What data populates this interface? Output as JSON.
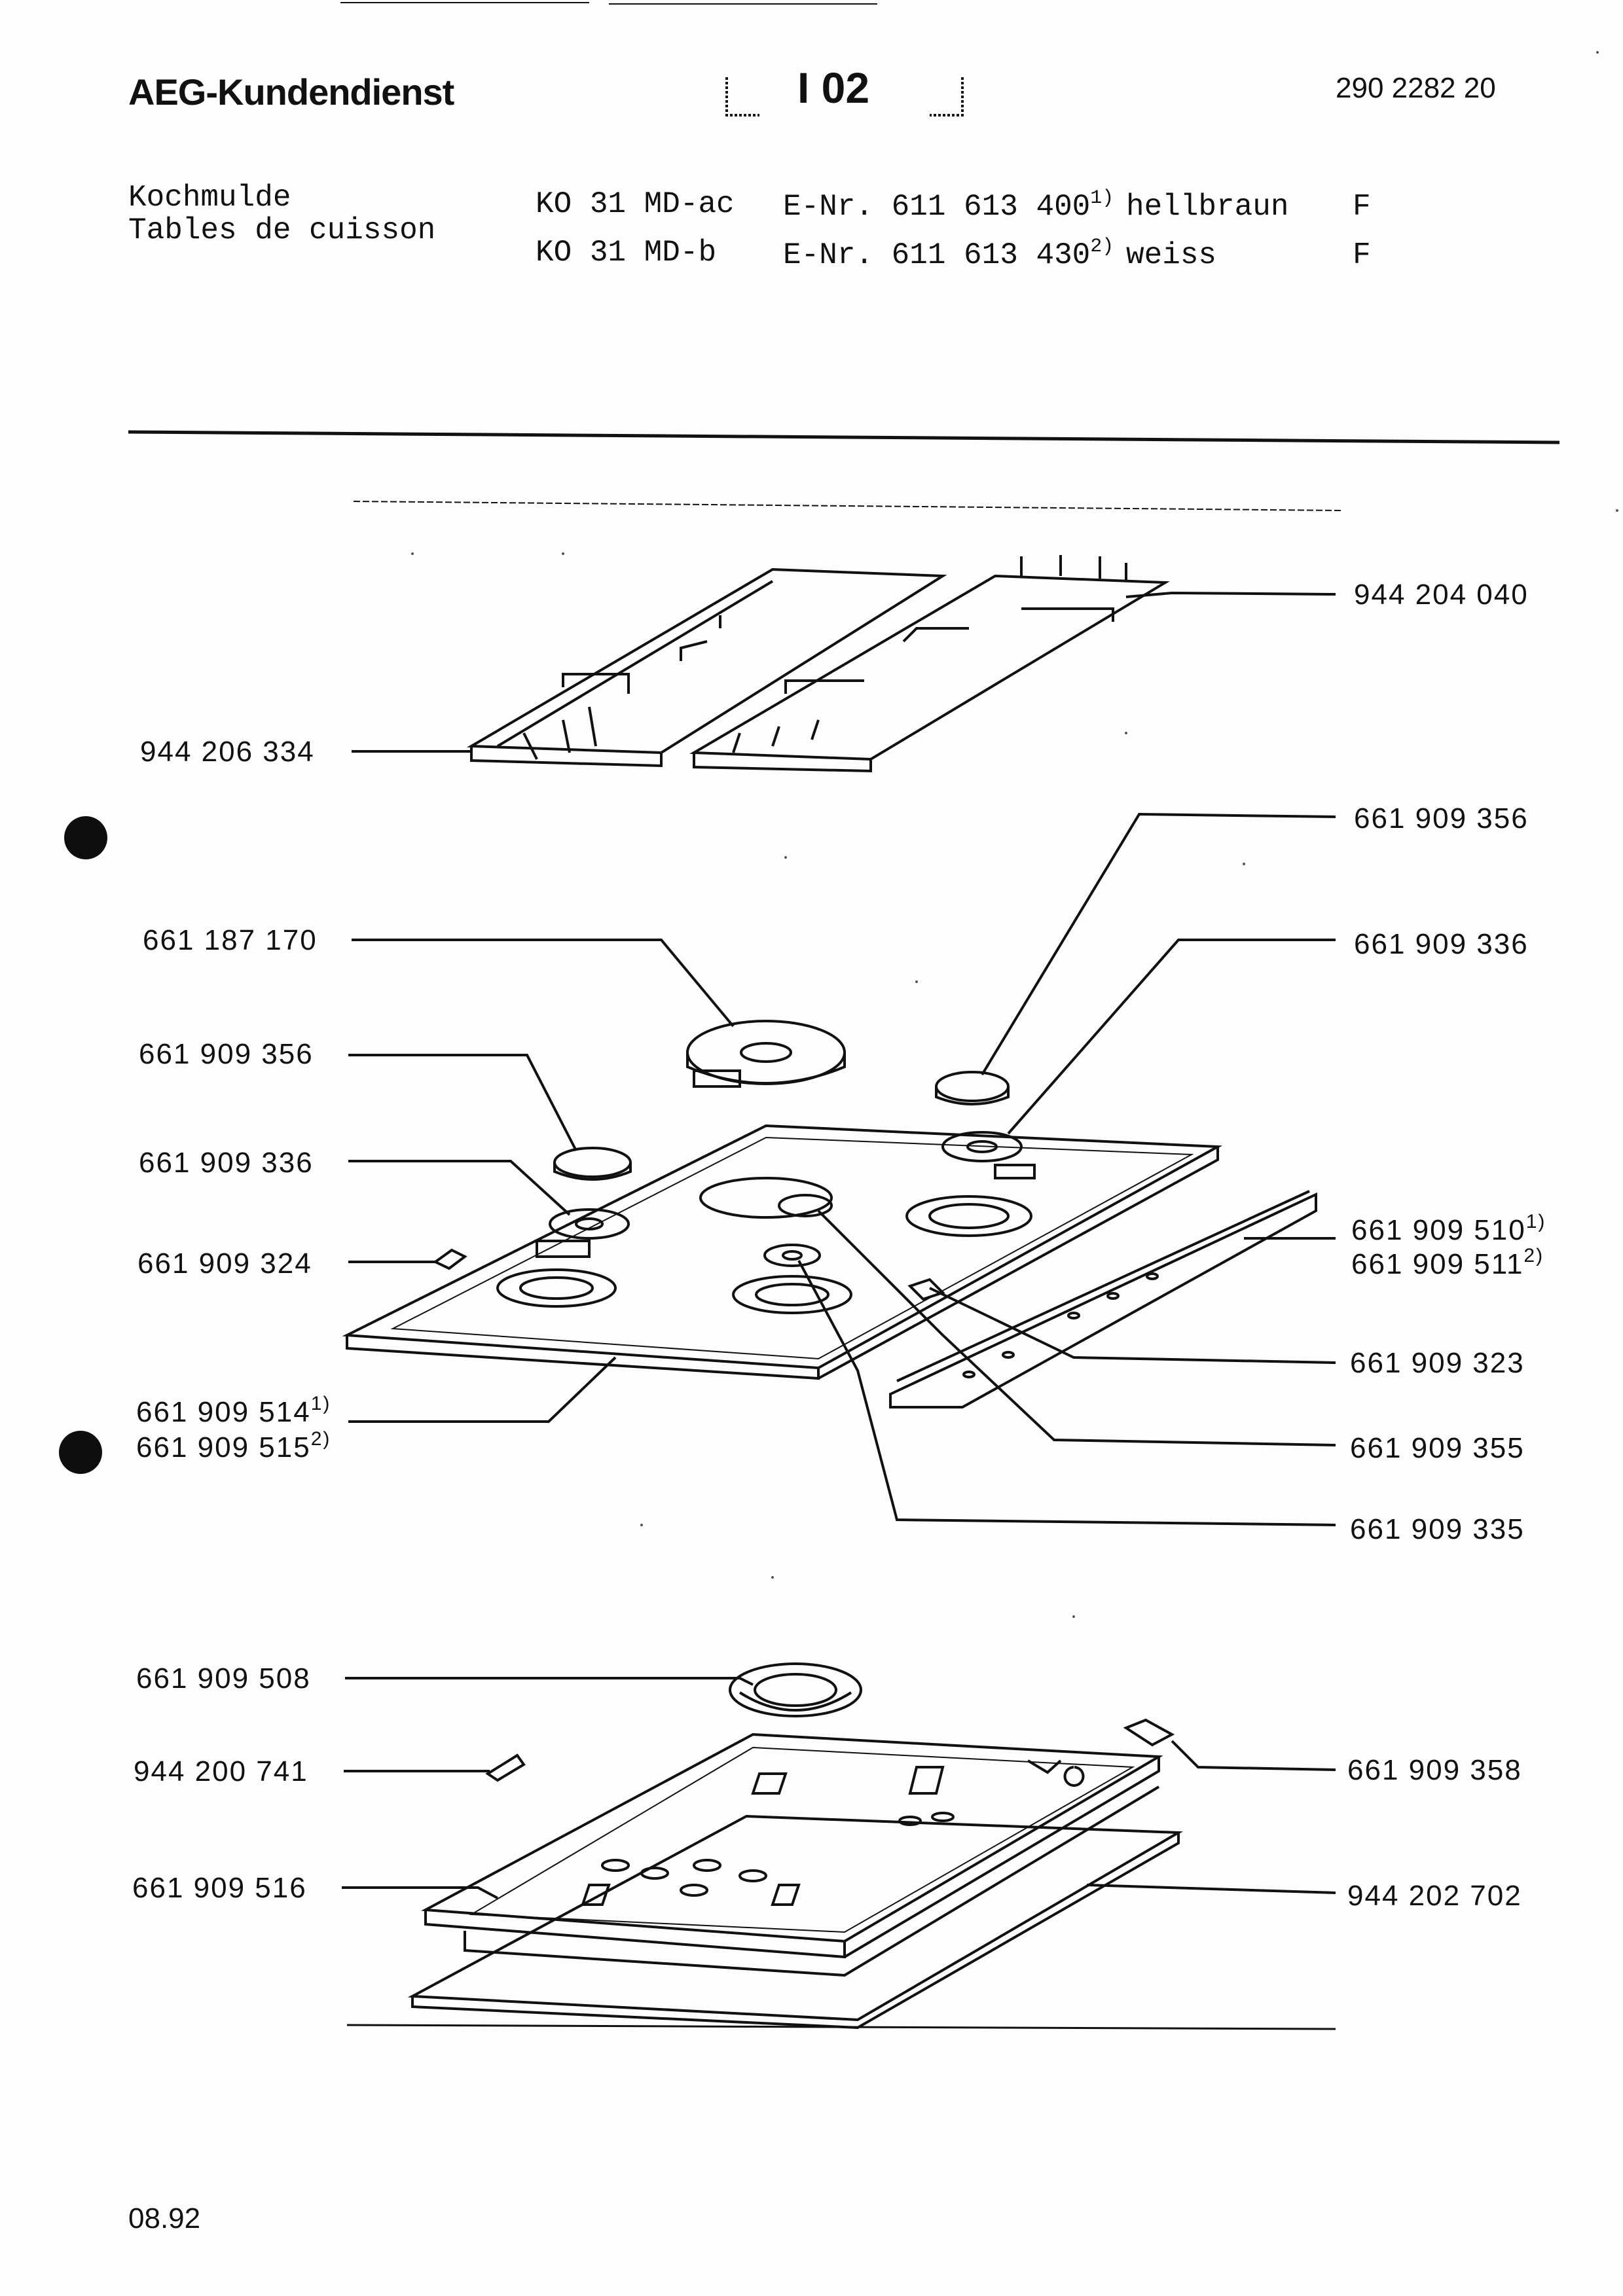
{
  "header": {
    "brand": "AEG-Kundendienst",
    "sheet": "I 02",
    "doc_number": "290 2282 20"
  },
  "product": {
    "name_de": "Kochmulde",
    "name_fr": "Tables de cuisson",
    "models": [
      {
        "model": "KO 31 MD-ac",
        "enr": "E-Nr. 611 613 400",
        "note": "1)",
        "color": "hellbraun",
        "code": "F"
      },
      {
        "model": "KO 31 MD-b",
        "enr": "E-Nr. 611 613 430",
        "note": "2)",
        "color": "weiss",
        "code": "F"
      }
    ]
  },
  "parts": {
    "left": [
      {
        "number": "944 206 334"
      },
      {
        "number": "661 187 170"
      },
      {
        "number": "661 909 356"
      },
      {
        "number": "661 909 336"
      },
      {
        "number": "661 909 324"
      },
      {
        "number": "661 909 514",
        "note": "1)"
      },
      {
        "number": "661 909 515",
        "note": "2)"
      },
      {
        "number": "661 909 508"
      },
      {
        "number": "944 200 741"
      },
      {
        "number": "661 909 516"
      }
    ],
    "right": [
      {
        "number": "944 204 040"
      },
      {
        "number": "661 909 356"
      },
      {
        "number": "661 909 336"
      },
      {
        "number": "661 909 510",
        "note": "1)"
      },
      {
        "number": "661 909 511",
        "note": "2)"
      },
      {
        "number": "661 909 323"
      },
      {
        "number": "661 909 355"
      },
      {
        "number": "661 909 335"
      },
      {
        "number": "661 909 358"
      },
      {
        "number": "944 202 702"
      }
    ]
  },
  "footer": {
    "date": "08.92"
  }
}
